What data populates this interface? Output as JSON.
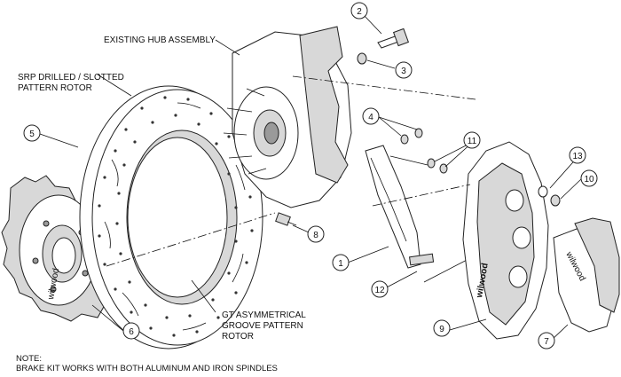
{
  "labels": {
    "hub_assembly": "EXISTING HUB ASSEMBLY",
    "rotor_line1": "SRP DRILLED / SLOTTED",
    "rotor_line2": "PATTERN ROTOR",
    "gt_line1": "GT ASYMMETRICAL",
    "gt_line2": "GROOVE PATTERN",
    "gt_line3": "ROTOR"
  },
  "callouts": [
    "1",
    "2",
    "3",
    "4",
    "5",
    "6",
    "7",
    "8",
    "9",
    "10",
    "11",
    "12",
    "13"
  ],
  "note": {
    "heading": "NOTE:",
    "text": "BRAKE KIT WORKS WITH BOTH ALUMINUM AND IRON SPINDLES"
  },
  "brand": {
    "caliper_logo": "wilwood",
    "pad_logo": "wilwood",
    "hat_logo": "wilwood"
  }
}
